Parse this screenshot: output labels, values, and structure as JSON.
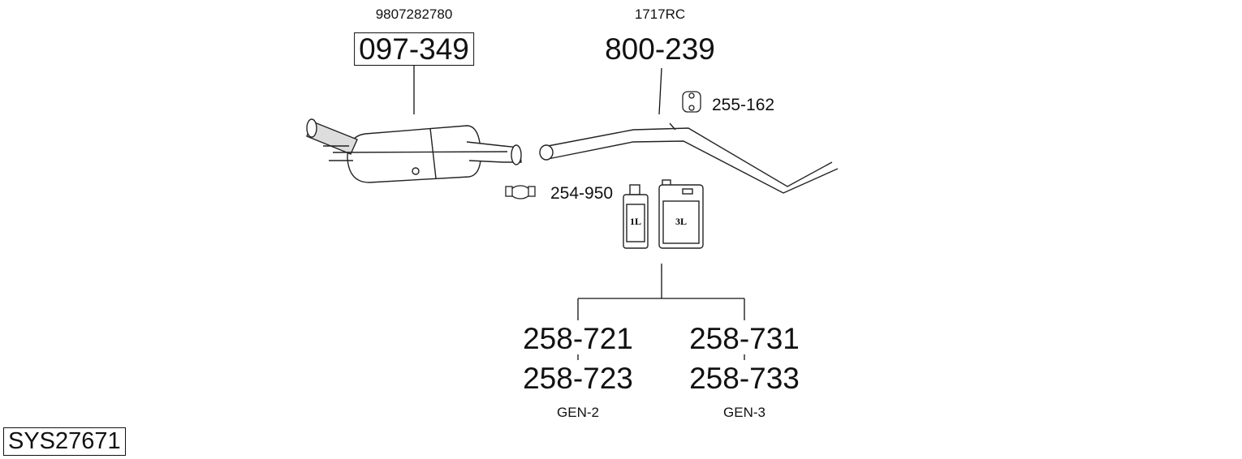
{
  "parts": {
    "dpf": {
      "oe_number": "9807282780",
      "part_number": "097-349"
    },
    "middle_pipe": {
      "oe_number": "1717RC",
      "part_number": "800-239"
    },
    "hanger": {
      "part_number": "255-162"
    },
    "clamp": {
      "part_number": "254-950"
    },
    "additive_1l": {
      "icon_label": "1L",
      "part_numbers": [
        "258-721",
        "258-723"
      ],
      "group": "GEN-2"
    },
    "additive_3l": {
      "icon_label": "3L",
      "part_numbers": [
        "258-731",
        "258-733"
      ],
      "group": "GEN-3"
    }
  },
  "system_id": "SYS27671"
}
